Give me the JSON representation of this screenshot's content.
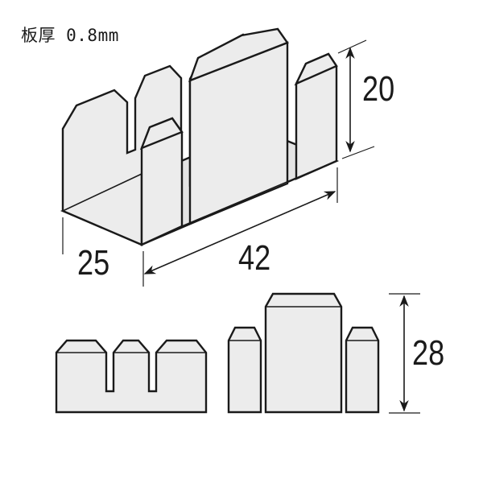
{
  "title": "板厚 0.8mm",
  "dimensions": {
    "height_iso": "20",
    "width_iso": "25",
    "length_iso": "42",
    "height_side": "28"
  },
  "units": "mm",
  "views": [
    "isometric-view",
    "front-view",
    "side-view"
  ],
  "colors": {
    "fill": "#ececec",
    "stroke": "#1a1a1a",
    "background": "#ffffff"
  }
}
